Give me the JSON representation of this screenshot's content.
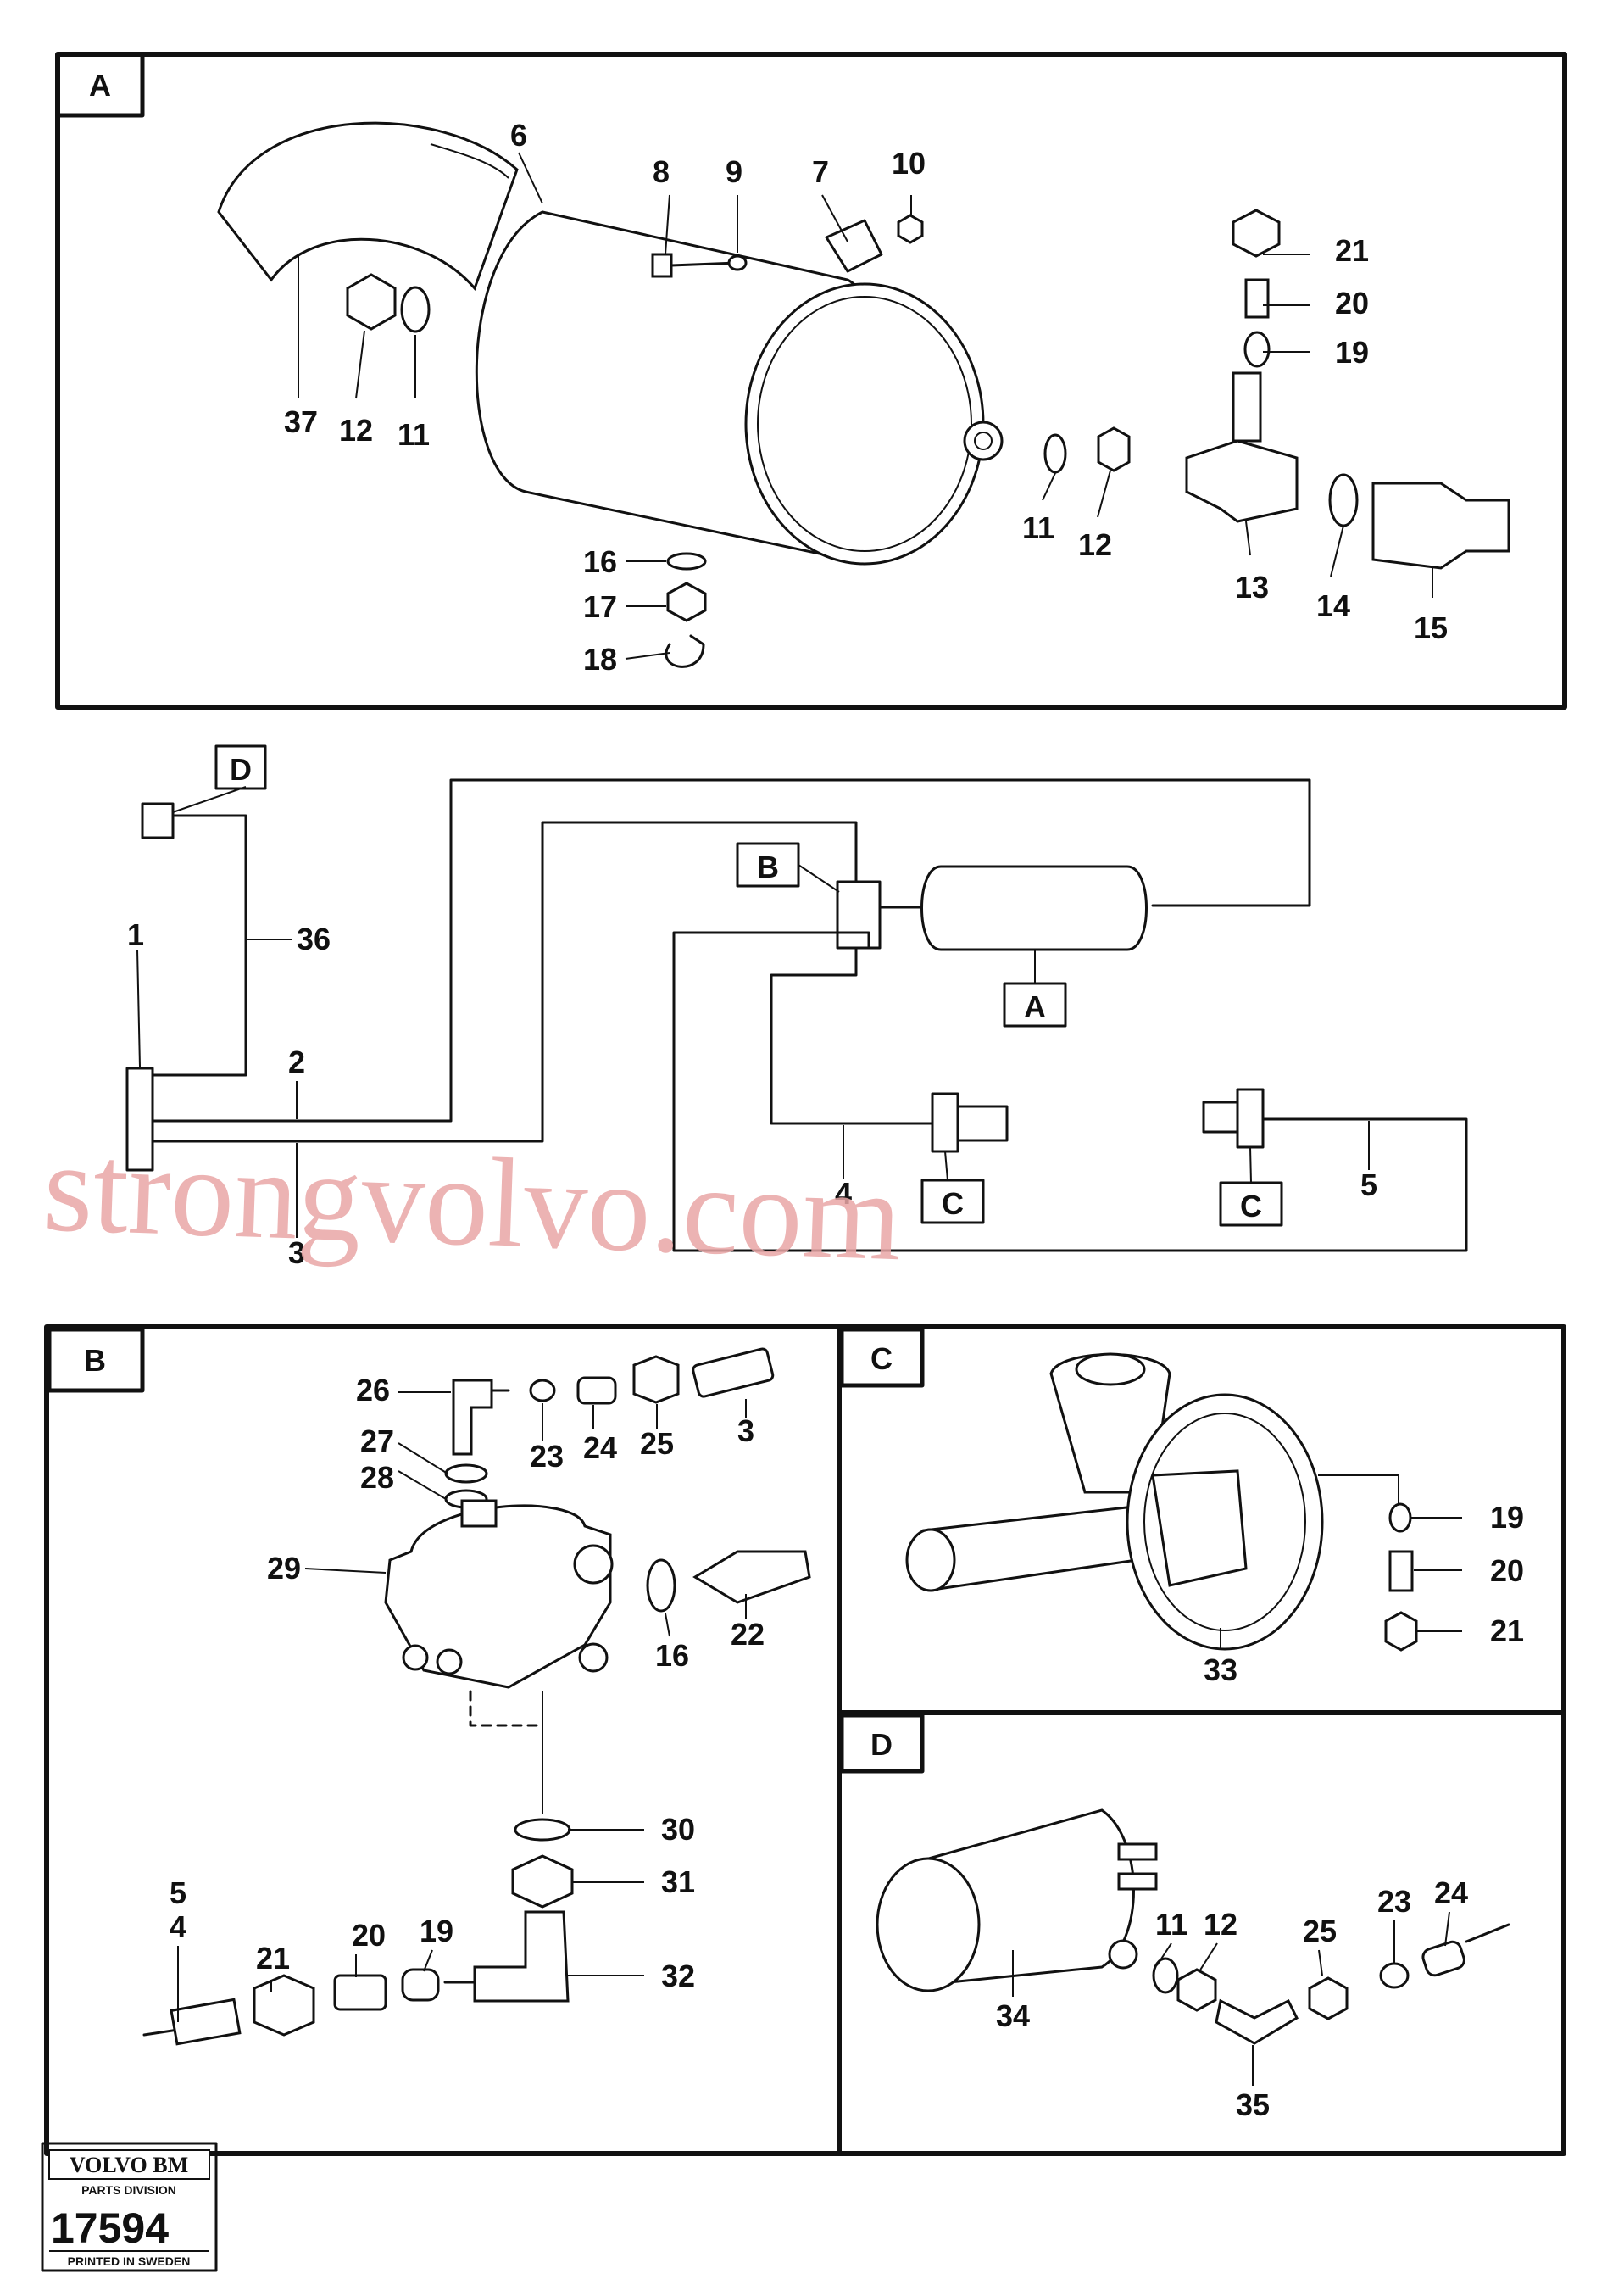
{
  "panels": {
    "A": "A",
    "B": "B",
    "C": "C",
    "D": "D"
  },
  "schematic": {
    "tag_A": "A",
    "tag_B": "B",
    "tag_C1": "C",
    "tag_C2": "C",
    "tag_D": "D",
    "label_1": "1",
    "label_2": "2",
    "label_3": "3",
    "label_4": "4",
    "label_5": "5",
    "label_36": "36"
  },
  "panel_A_labels": [
    "6",
    "8",
    "9",
    "7",
    "10",
    "21",
    "20",
    "19",
    "37",
    "12",
    "11",
    "11",
    "12",
    "13",
    "14",
    "15",
    "16",
    "17",
    "18"
  ],
  "panel_B_labels": [
    "26",
    "23",
    "24",
    "25",
    "3",
    "27",
    "28",
    "29",
    "16",
    "22",
    "30",
    "31",
    "32",
    "5",
    "4",
    "21",
    "20",
    "19"
  ],
  "panel_C_labels": [
    "19",
    "20",
    "21",
    "33"
  ],
  "panel_D_labels": [
    "11",
    "12",
    "25",
    "23",
    "24",
    "34",
    "35"
  ],
  "watermark": "strongvolvo.com",
  "stamp": {
    "brand": "VOLVO BM",
    "division": "PARTS DIVISION",
    "number": "17594",
    "printed": "PRINTED IN SWEDEN"
  }
}
